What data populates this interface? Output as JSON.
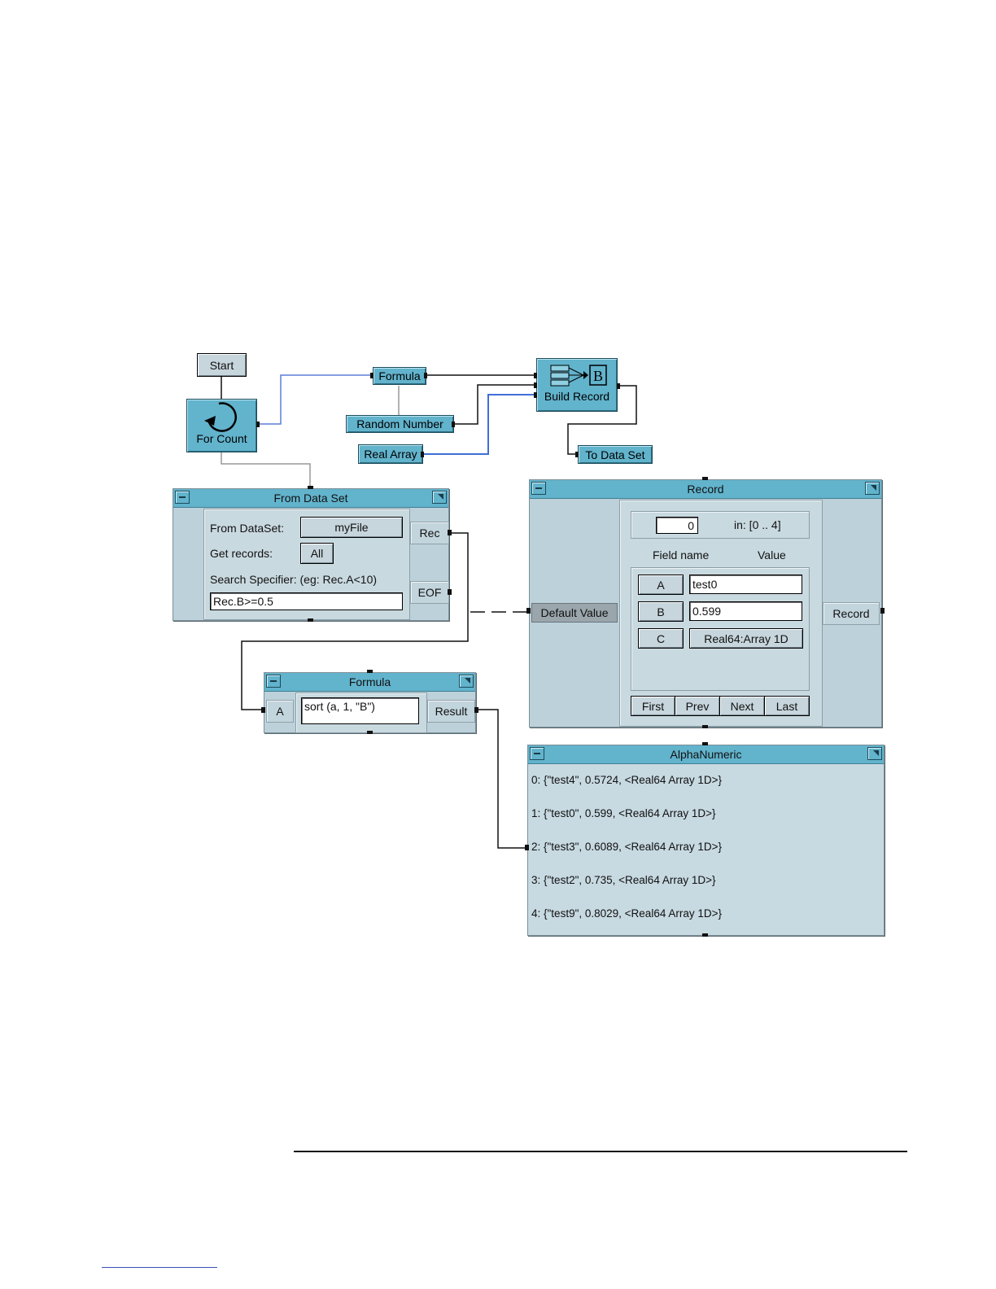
{
  "icons": {
    "start": "Start",
    "for_count": "For Count",
    "formula": "Formula",
    "random_number": "Random Number",
    "real_array": "Real Array",
    "build_record": "Build Record",
    "to_data_set": "To Data Set"
  },
  "from_data_set": {
    "title": "From Data Set",
    "from_dataset_label": "From DataSet:",
    "file_value": "myFile",
    "get_records_label": "Get records:",
    "get_records_value": "All",
    "search_label": "Search Specifier: (eg: Rec.A<10)",
    "search_value": "Rec.B>=0.5",
    "out_rec": "Rec",
    "out_eof": "EOF"
  },
  "formula_box": {
    "title": "Formula",
    "input": "A",
    "expression": "sort (a, 1, \"B\")",
    "output": "Result"
  },
  "record": {
    "title": "Record",
    "default_value": "Default Value",
    "output": "Record",
    "index": "0",
    "range": "in: [0 .. 4]",
    "field_header": "Field name",
    "value_header": "Value",
    "fields": [
      {
        "name": "A",
        "value": "test0"
      },
      {
        "name": "B",
        "value": "0.599"
      },
      {
        "name": "C",
        "value": "Real64:Array 1D"
      }
    ],
    "nav": {
      "first": "First",
      "prev": "Prev",
      "next": "Next",
      "last": "Last"
    }
  },
  "alphanumeric": {
    "title": "AlphaNumeric",
    "lines": [
      "0: {\"test4\", 0.5724, <Real64 Array 1D>}",
      "1: {\"test0\", 0.599, <Real64 Array 1D>}",
      "2: {\"test3\", 0.6089, <Real64 Array 1D>}",
      "3: {\"test2\", 0.735, <Real64 Array 1D>}",
      "4: {\"test9\", 0.8029, <Real64 Array 1D>}"
    ]
  },
  "colors": {
    "object": "#62b3cc",
    "panel": "#bcd1da",
    "wire_blue": "#3f6fd6"
  }
}
